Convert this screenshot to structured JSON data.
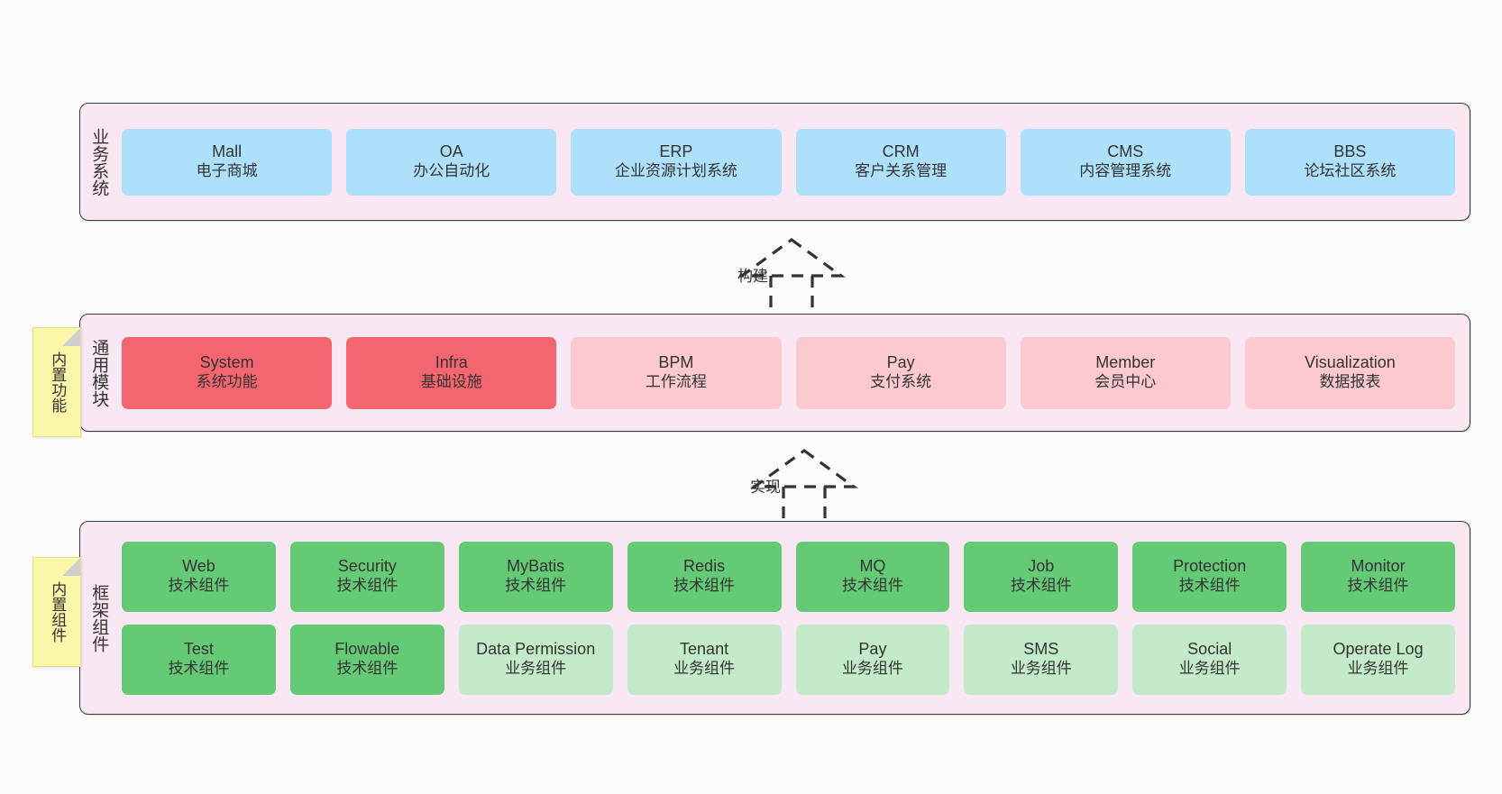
{
  "diagram": {
    "background_color": "#fbfbf9",
    "panel_color": "#f9e8f4",
    "note_color": "#fbf7a8"
  },
  "notes": [
    {
      "id": "builtin-features",
      "label": "内置功能"
    },
    {
      "id": "builtin-components",
      "label": "内置组件"
    }
  ],
  "connectors": [
    {
      "id": "build",
      "label": "构建",
      "style": "dashed-hollow-triangle"
    },
    {
      "id": "impl",
      "label": "实现",
      "style": "dashed-hollow-triangle"
    }
  ],
  "layers": [
    {
      "id": "business",
      "title": "业务系统",
      "color": "#ade0fb",
      "rows": [
        [
          {
            "en": "Mall",
            "cn": "电子商城",
            "color": "blue"
          },
          {
            "en": "OA",
            "cn": "办公自动化",
            "color": "blue"
          },
          {
            "en": "ERP",
            "cn": "企业资源计划系统",
            "color": "blue"
          },
          {
            "en": "CRM",
            "cn": "客户关系管理",
            "color": "blue"
          },
          {
            "en": "CMS",
            "cn": "内容管理系统",
            "color": "blue"
          },
          {
            "en": "BBS",
            "cn": "论坛社区系统",
            "color": "blue"
          }
        ]
      ]
    },
    {
      "id": "common",
      "title": "通用模块",
      "color": "#f4666f",
      "rows": [
        [
          {
            "en": "System",
            "cn": "系统功能",
            "color": "red"
          },
          {
            "en": "Infra",
            "cn": "基础设施",
            "color": "red"
          },
          {
            "en": "BPM",
            "cn": "工作流程",
            "color": "pink"
          },
          {
            "en": "Pay",
            "cn": "支付系统",
            "color": "pink"
          },
          {
            "en": "Member",
            "cn": "会员中心",
            "color": "pink"
          },
          {
            "en": "Visualization",
            "cn": "数据报表",
            "color": "pink"
          }
        ]
      ]
    },
    {
      "id": "framework",
      "title": "框架组件",
      "color": "#65ca76",
      "rows": [
        [
          {
            "en": "Web",
            "cn": "技术组件",
            "color": "green"
          },
          {
            "en": "Security",
            "cn": "技术组件",
            "color": "green"
          },
          {
            "en": "MyBatis",
            "cn": "技术组件",
            "color": "green"
          },
          {
            "en": "Redis",
            "cn": "技术组件",
            "color": "green"
          },
          {
            "en": "MQ",
            "cn": "技术组件",
            "color": "green"
          },
          {
            "en": "Job",
            "cn": "技术组件",
            "color": "green"
          },
          {
            "en": "Protection",
            "cn": "技术组件",
            "color": "green"
          },
          {
            "en": "Monitor",
            "cn": "技术组件",
            "color": "green"
          }
        ],
        [
          {
            "en": "Test",
            "cn": "技术组件",
            "color": "green"
          },
          {
            "en": "Flowable",
            "cn": "技术组件",
            "color": "green"
          },
          {
            "en": "Data Permission",
            "cn": "业务组件",
            "color": "lightgreen"
          },
          {
            "en": "Tenant",
            "cn": "业务组件",
            "color": "lightgreen"
          },
          {
            "en": "Pay",
            "cn": "业务组件",
            "color": "lightgreen"
          },
          {
            "en": "SMS",
            "cn": "业务组件",
            "color": "lightgreen"
          },
          {
            "en": "Social",
            "cn": "业务组件",
            "color": "lightgreen"
          },
          {
            "en": "Operate Log",
            "cn": "业务组件",
            "color": "lightgreen"
          }
        ]
      ]
    }
  ]
}
